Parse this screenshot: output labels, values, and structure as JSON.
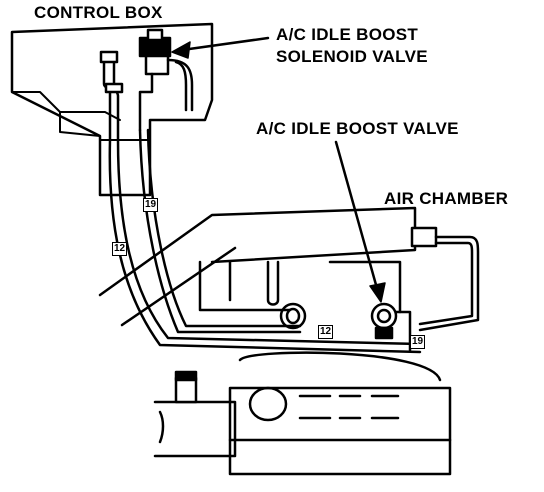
{
  "labels": {
    "control_box": "CONTROL BOX",
    "solenoid_line1": "A/C IDLE BOOST",
    "solenoid_line2": "SOLENOID VALVE",
    "boost_valve": "A/C IDLE BOOST VALVE",
    "air_chamber": "AIR CHAMBER"
  },
  "hose_tags": {
    "tag_19_upper": "19",
    "tag_12_left": "12",
    "tag_12_lower": "12",
    "tag_19_lower": "19"
  },
  "colors": {
    "ink": "#000000",
    "paper": "#ffffff"
  }
}
